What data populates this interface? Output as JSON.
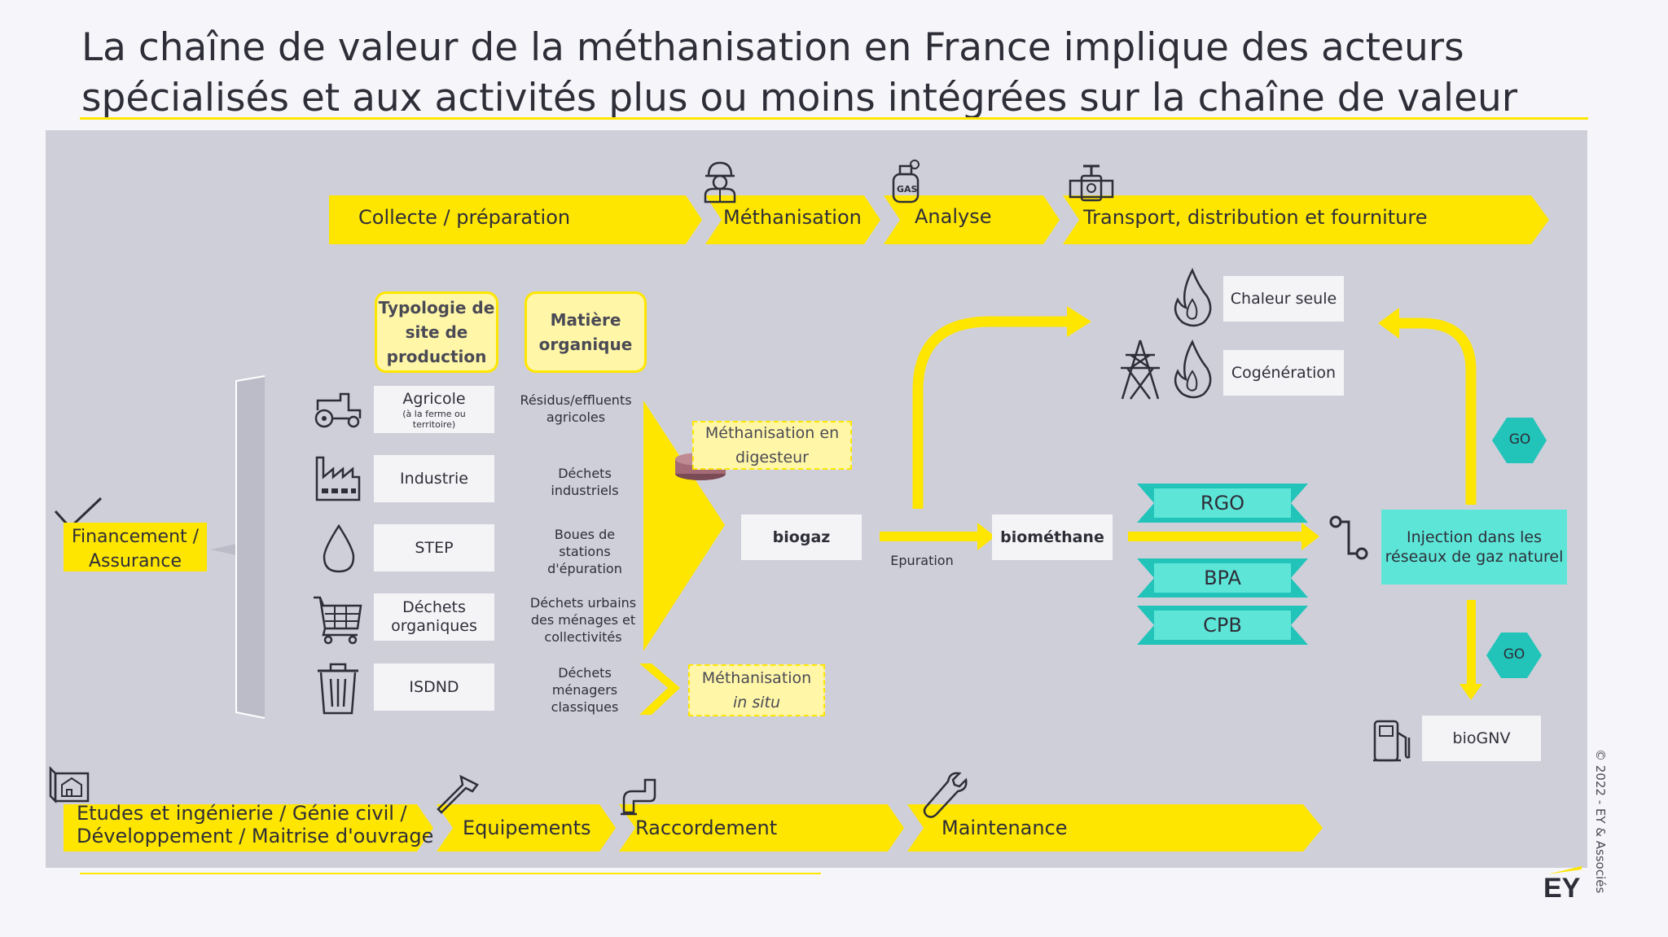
{
  "title_line1": "La chaîne de valeur de la méthanisation en France implique des acteurs",
  "title_line2": "spécialisés et aux activités plus ou moins intégrées sur la chaîne de valeur",
  "top_bar": {
    "collecte": "Collecte / préparation",
    "methanisation": "Méthanisation",
    "analyse": "Analyse",
    "transport": "Transport, distribution et fourniture"
  },
  "headers": {
    "typologie": "Typologie de site de production",
    "matiere": "Matière organique"
  },
  "sites": [
    {
      "label": "Agricole",
      "sub": "(à la ferme ou territoire)",
      "matter": "Résidus/effluents agricoles"
    },
    {
      "label": "Industrie",
      "sub": "",
      "matter": "Déchets industriels"
    },
    {
      "label": "STEP",
      "sub": "",
      "matter": "Boues de stations d'épuration"
    },
    {
      "label": "Déchets organiques",
      "sub": "",
      "matter": "Déchets urbains des ménages et collectivités"
    },
    {
      "label": "ISDND",
      "sub": "",
      "matter": "Déchets ménagers classiques"
    }
  ],
  "finance": "Financement / Assurance",
  "process": {
    "digesteur": "Méthanisation en digesteur",
    "insitu_1": "Méthanisation",
    "insitu_2": "in situ",
    "biogaz": "biogaz",
    "epuration": "Epuration",
    "biomethane": "biométhane",
    "chaleur": "Chaleur seule",
    "cogeneration": "Cogénération",
    "injection": "Injection dans les réseaux de gaz naturel",
    "biognv": "bioGNV",
    "go_top": "GO",
    "go_bottom": "GO"
  },
  "ribbons": [
    "RGO",
    "BPA",
    "CPB"
  ],
  "bottom_bar": {
    "etudes_1": "Etudes et ingénierie / Génie civil /",
    "etudes_2": "Développement / Maitrise d'ouvrage",
    "equipements": "Equipements",
    "raccordement": "Raccordement",
    "maintenance": "Maintenance"
  },
  "copyright": "© 2022 - EY & Associés",
  "logo": "EY",
  "colors": {
    "yellow": "#ffe600",
    "teal": "#22c4b9",
    "teal_light": "#5de6d8",
    "panel": "#cfcfda",
    "dark": "#2e2e38"
  }
}
